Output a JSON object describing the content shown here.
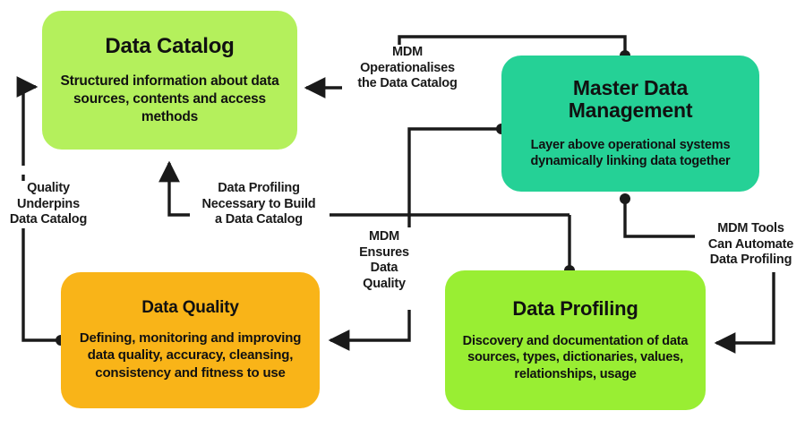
{
  "diagram": {
    "title": "Data Catalog, Master Data Management, Data Quality and Data Profiling relationships",
    "background": "#ffffff",
    "line_color": "#1a1a1a"
  },
  "nodes": [
    {
      "id": "data-catalog",
      "title": "Data Catalog",
      "description": "Structured information about data sources, contents and access methods",
      "color": "#b4f05c"
    },
    {
      "id": "master-data-management",
      "title": "Master Data Management",
      "description": "Layer above operational systems dynamically linking data together",
      "color": "#25d196"
    },
    {
      "id": "data-quality",
      "title": "Data Quality",
      "description": "Defining, monitoring and improving data quality, accuracy, cleansing, consistency and fitness to use",
      "color": "#f9b418"
    },
    {
      "id": "data-profiling",
      "title": "Data Profiling",
      "description": "Discovery and documentation of data sources, types, dictionaries, values, relationships, usage",
      "color": "#99ee33"
    }
  ],
  "edges": [
    {
      "id": "mdm-operationalises",
      "label": "MDM\nOperationalises\nthe Data Catalog",
      "from": "master-data-management",
      "to": "data-catalog"
    },
    {
      "id": "quality-underpins",
      "label": "Quality\nUnderpins\nData Catalog",
      "from": "data-quality",
      "to": "data-catalog"
    },
    {
      "id": "data-profiling-necessary",
      "label": "Data Profiling\nNecessary to Build\na Data Catalog",
      "from": "data-profiling",
      "to": "data-catalog"
    },
    {
      "id": "mdm-ensures-data-quality",
      "label": "MDM\nEnsures\nData\nQuality",
      "from": "master-data-management",
      "to": "data-quality"
    },
    {
      "id": "mdm-tools-automate",
      "label": "MDM Tools\nCan Automate\nData Profiling",
      "from": "master-data-management",
      "to": "data-profiling"
    }
  ]
}
